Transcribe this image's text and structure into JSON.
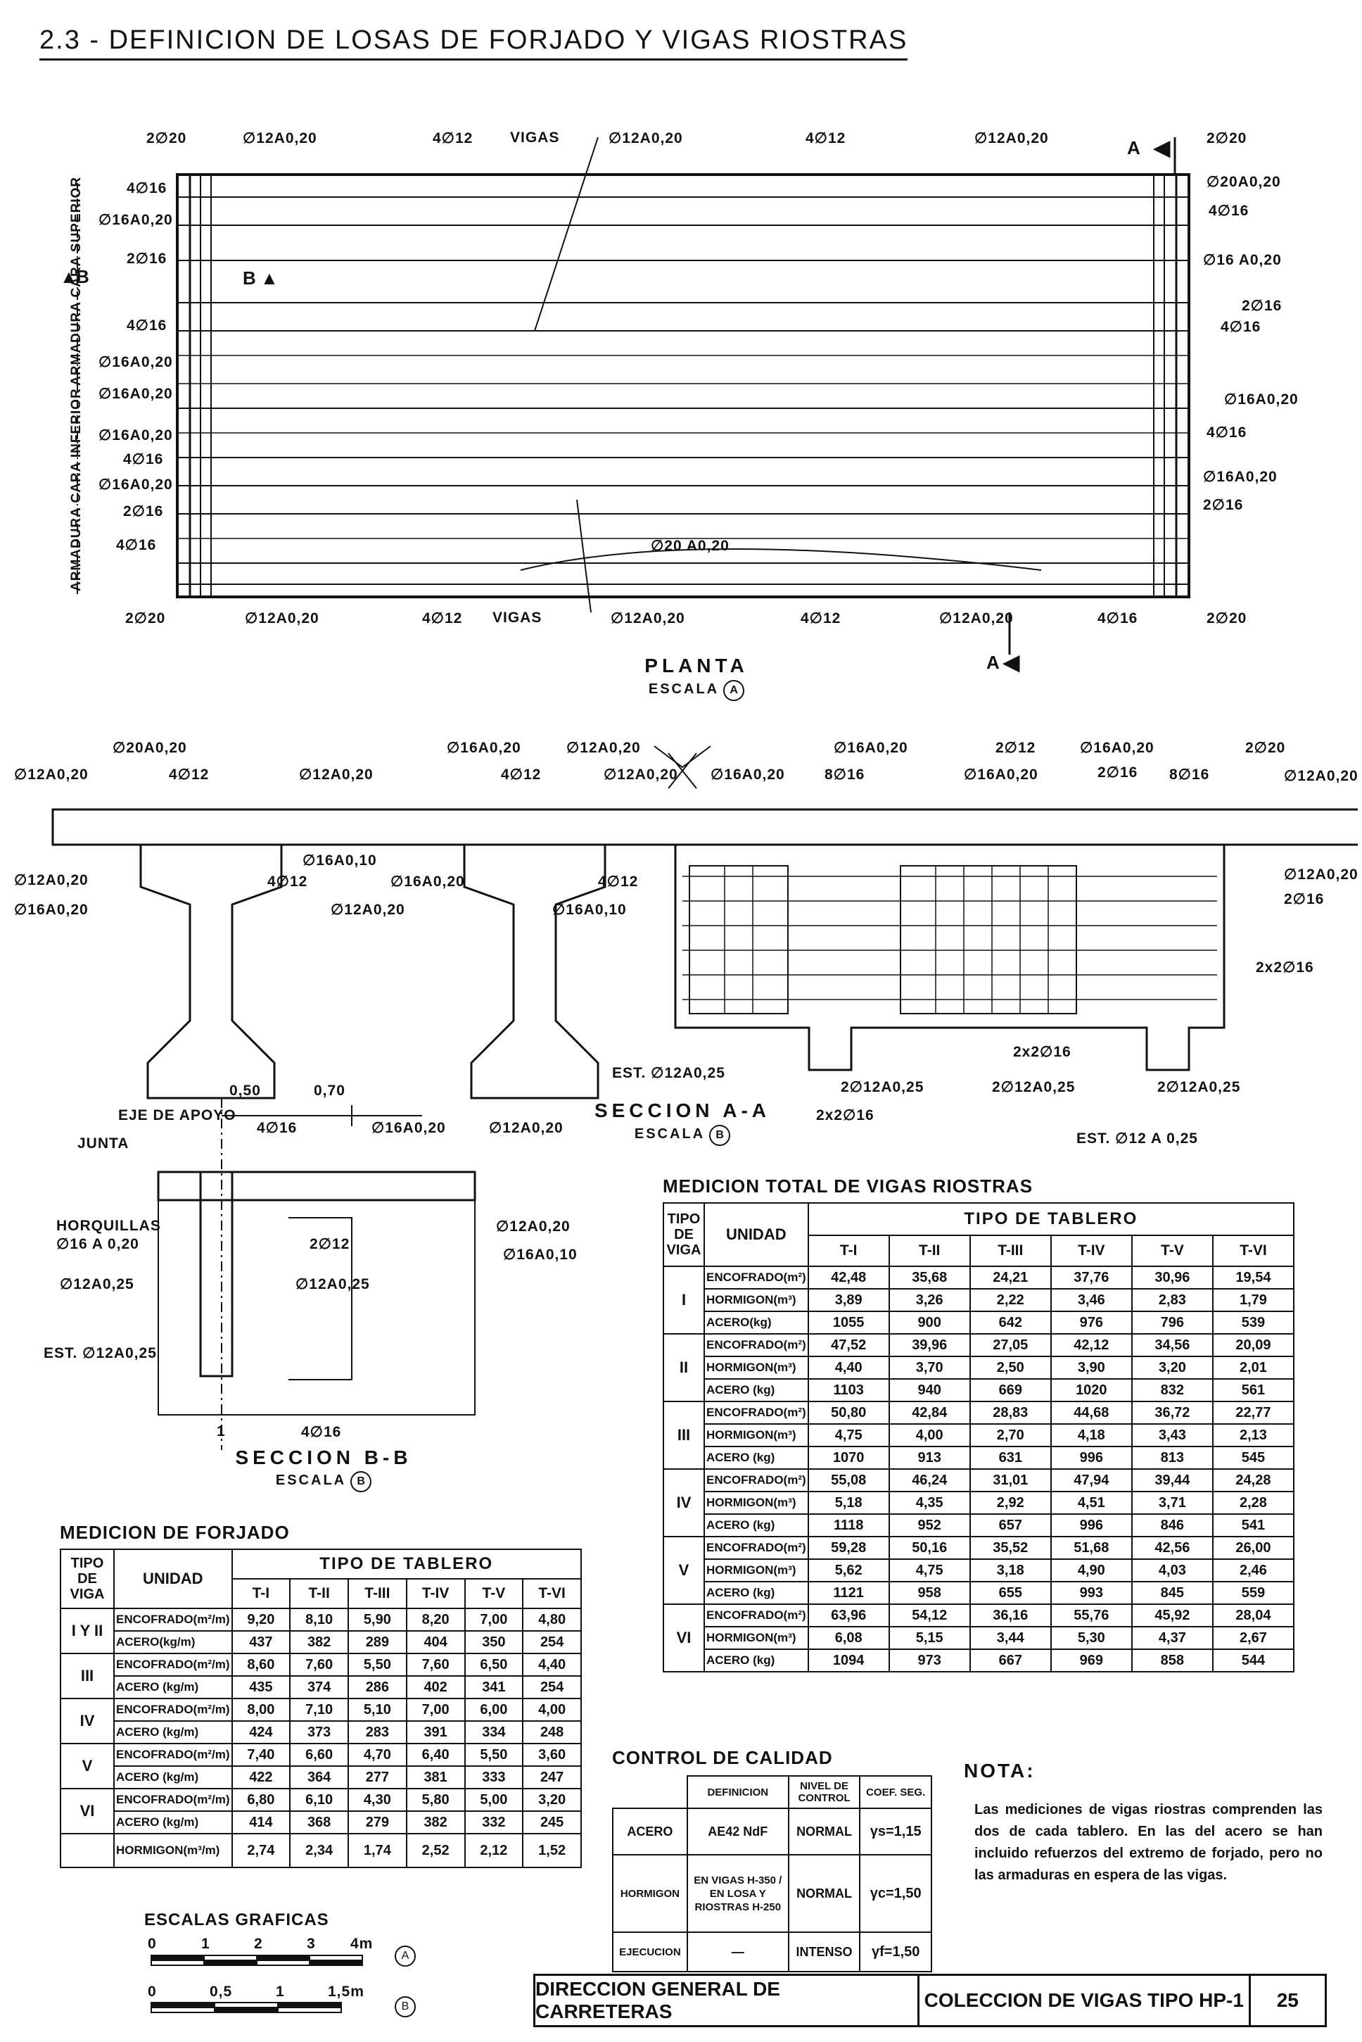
{
  "title": "2.3 - DEFINICION DE LOSAS DE FORJADO Y VIGAS RIOSTRAS",
  "plan": {
    "top_labels": [
      "2∅20",
      "∅12A0,20",
      "4∅12",
      "VIGAS",
      "∅12A0,20",
      "4∅12",
      "∅12A0,20",
      "2∅20"
    ],
    "bottom_labels": [
      "2∅20",
      "∅12A0,20",
      "4∅12",
      "VIGAS",
      "∅12A0,20",
      "4∅12",
      "∅12A0,20",
      "4∅16",
      "2∅20"
    ],
    "left_labels": [
      "4∅16",
      "∅16A0,20",
      "2∅16",
      "4∅16",
      "∅16A0,20",
      "∅16A0,20",
      "∅16A0,20",
      "4∅16",
      "∅16A0,20",
      "2∅16",
      "4∅16"
    ],
    "right_labels": [
      "∅20A0,20",
      "4∅16",
      "∅16 A0,20",
      "2∅16",
      "4∅16",
      "∅16A0,20",
      "4∅16",
      "∅16A0,20",
      "2∅16"
    ],
    "center_label": "∅20 A0,20",
    "side_top": "ARMADURA CARA SUPERIOR",
    "side_bottom": "ARMADURA CARA INFERIOR",
    "section_marker_a": "A",
    "section_marker_b": "B",
    "caption": "PLANTA",
    "scale": "ESCALA",
    "scale_letter": "A"
  },
  "section_aa": {
    "labels": [
      "∅20A0,20",
      "∅12A0,20",
      "4∅12",
      "∅12A0,20",
      "∅16A0,20",
      "∅12A0,20",
      "4∅12",
      "∅12A0,20",
      "∅16A0,20",
      "∅16A0,20",
      "8∅16",
      "∅16A0,20",
      "2∅12",
      "∅16A0,20",
      "2∅16",
      "8∅16",
      "2∅20",
      "∅12A0,20",
      "∅12A0,20",
      "∅16A0,20",
      "∅16A0,10",
      "4∅12",
      "∅16A0,20",
      "4∅12",
      "∅12A0,20",
      "∅16A0,10",
      "∅12A0,20",
      "2∅16",
      "2x2∅16",
      "EST. ∅12A0,25",
      "2x2∅16",
      "2∅12A0,25",
      "2∅12A0,25",
      "2∅12A0,25",
      "2x2∅16",
      "EST. ∅12 A 0,25"
    ],
    "caption": "SECCION A-A",
    "scale": "ESCALA",
    "scale_letter": "B"
  },
  "section_bb": {
    "dims": [
      "0,50",
      "0,70"
    ],
    "labels": [
      "EJE DE APOYO",
      "JUNTA",
      "4∅16",
      "∅16A0,20",
      "∅12A0,20",
      "HORQUILLAS",
      "∅16 A 0,20",
      "2∅12",
      "∅12A0,20",
      "∅16A0,10",
      "∅12A0,25",
      "∅12A0,25",
      "EST. ∅12A0,25",
      "4∅16",
      "1"
    ],
    "caption": "SECCION B-B",
    "scale": "ESCALA",
    "scale_letter": "B"
  },
  "vigas_table": {
    "title": "MEDICION TOTAL DE VIGAS RIOSTRAS",
    "h_tipo_viga": "TIPO DE VIGA",
    "h_unidad": "UNIDAD",
    "h_tipo_tablero": "TIPO DE TABLERO",
    "cols": [
      "T-I",
      "T-II",
      "T-III",
      "T-IV",
      "T-V",
      "T-VI"
    ],
    "groups": [
      {
        "tipo": "I",
        "rows": [
          {
            "unit": "ENCOFRADO(m²)",
            "vals": [
              "42,48",
              "35,68",
              "24,21",
              "37,76",
              "30,96",
              "19,54"
            ]
          },
          {
            "unit": "HORMIGON(m³)",
            "vals": [
              "3,89",
              "3,26",
              "2,22",
              "3,46",
              "2,83",
              "1,79"
            ]
          },
          {
            "unit": "ACERO(kg)",
            "vals": [
              "1055",
              "900",
              "642",
              "976",
              "796",
              "539"
            ]
          }
        ]
      },
      {
        "tipo": "II",
        "rows": [
          {
            "unit": "ENCOFRADO(m²)",
            "vals": [
              "47,52",
              "39,96",
              "27,05",
              "42,12",
              "34,56",
              "20,09"
            ]
          },
          {
            "unit": "HORMIGON(m³)",
            "vals": [
              "4,40",
              "3,70",
              "2,50",
              "3,90",
              "3,20",
              "2,01"
            ]
          },
          {
            "unit": "ACERO (kg)",
            "vals": [
              "1103",
              "940",
              "669",
              "1020",
              "832",
              "561"
            ]
          }
        ]
      },
      {
        "tipo": "III",
        "rows": [
          {
            "unit": "ENCOFRADO(m²)",
            "vals": [
              "50,80",
              "42,84",
              "28,83",
              "44,68",
              "36,72",
              "22,77"
            ]
          },
          {
            "unit": "HORMIGON(m³)",
            "vals": [
              "4,75",
              "4,00",
              "2,70",
              "4,18",
              "3,43",
              "2,13"
            ]
          },
          {
            "unit": "ACERO (kg)",
            "vals": [
              "1070",
              "913",
              "631",
              "996",
              "813",
              "545"
            ]
          }
        ]
      },
      {
        "tipo": "IV",
        "rows": [
          {
            "unit": "ENCOFRADO(m²)",
            "vals": [
              "55,08",
              "46,24",
              "31,01",
              "47,94",
              "39,44",
              "24,28"
            ]
          },
          {
            "unit": "HORMIGON(m³)",
            "vals": [
              "5,18",
              "4,35",
              "2,92",
              "4,51",
              "3,71",
              "2,28"
            ]
          },
          {
            "unit": "ACERO (kg)",
            "vals": [
              "1118",
              "952",
              "657",
              "996",
              "846",
              "541"
            ]
          }
        ]
      },
      {
        "tipo": "V",
        "rows": [
          {
            "unit": "ENCOFRADO(m²)",
            "vals": [
              "59,28",
              "50,16",
              "35,52",
              "51,68",
              "42,56",
              "26,00"
            ]
          },
          {
            "unit": "HORMIGON(m³)",
            "vals": [
              "5,62",
              "4,75",
              "3,18",
              "4,90",
              "4,03",
              "2,46"
            ]
          },
          {
            "unit": "ACERO (kg)",
            "vals": [
              "1121",
              "958",
              "655",
              "993",
              "845",
              "559"
            ]
          }
        ]
      },
      {
        "tipo": "VI",
        "rows": [
          {
            "unit": "ENCOFRADO(m²)",
            "vals": [
              "63,96",
              "54,12",
              "36,16",
              "55,76",
              "45,92",
              "28,04"
            ]
          },
          {
            "unit": "HORMIGON(m³)",
            "vals": [
              "6,08",
              "5,15",
              "3,44",
              "5,30",
              "4,37",
              "2,67"
            ]
          },
          {
            "unit": "ACERO (kg)",
            "vals": [
              "1094",
              "973",
              "667",
              "969",
              "858",
              "544"
            ]
          }
        ]
      }
    ]
  },
  "forjado_table": {
    "title": "MEDICION DE FORJADO",
    "h_tipo_viga": "TIPO DE VIGA",
    "h_unidad": "UNIDAD",
    "h_tipo_tablero": "TIPO DE TABLERO",
    "cols": [
      "T-I",
      "T-II",
      "T-III",
      "T-IV",
      "T-V",
      "T-VI"
    ],
    "groups": [
      {
        "tipo": "I Y II",
        "rows": [
          {
            "unit": "ENCOFRADO(m²/m)",
            "vals": [
              "9,20",
              "8,10",
              "5,90",
              "8,20",
              "7,00",
              "4,80"
            ]
          },
          {
            "unit": "ACERO(kg/m)",
            "vals": [
              "437",
              "382",
              "289",
              "404",
              "350",
              "254"
            ]
          }
        ]
      },
      {
        "tipo": "III",
        "rows": [
          {
            "unit": "ENCOFRADO(m²/m)",
            "vals": [
              "8,60",
              "7,60",
              "5,50",
              "7,60",
              "6,50",
              "4,40"
            ]
          },
          {
            "unit": "ACERO (kg/m)",
            "vals": [
              "435",
              "374",
              "286",
              "402",
              "341",
              "254"
            ]
          }
        ]
      },
      {
        "tipo": "IV",
        "rows": [
          {
            "unit": "ENCOFRADO(m²/m)",
            "vals": [
              "8,00",
              "7,10",
              "5,10",
              "7,00",
              "6,00",
              "4,00"
            ]
          },
          {
            "unit": "ACERO (kg/m)",
            "vals": [
              "424",
              "373",
              "283",
              "391",
              "334",
              "248"
            ]
          }
        ]
      },
      {
        "tipo": "V",
        "rows": [
          {
            "unit": "ENCOFRADO(m²/m)",
            "vals": [
              "7,40",
              "6,60",
              "4,70",
              "6,40",
              "5,50",
              "3,60"
            ]
          },
          {
            "unit": "ACERO (kg/m)",
            "vals": [
              "422",
              "364",
              "277",
              "381",
              "333",
              "247"
            ]
          }
        ]
      },
      {
        "tipo": "VI",
        "rows": [
          {
            "unit": "ENCOFRADO(m²/m)",
            "vals": [
              "6,80",
              "6,10",
              "4,30",
              "5,80",
              "5,00",
              "3,20"
            ]
          },
          {
            "unit": "ACERO (kg/m)",
            "vals": [
              "414",
              "368",
              "279",
              "382",
              "332",
              "245"
            ]
          }
        ]
      }
    ],
    "hormigon": {
      "unit": "HORMIGON(m³/m)",
      "vals": [
        "2,74",
        "2,34",
        "1,74",
        "2,52",
        "2,12",
        "1,52"
      ]
    }
  },
  "calidad": {
    "title": "CONTROL DE CALIDAD",
    "headers": [
      "DEFINICION",
      "NIVEL DE CONTROL",
      "COEF. SEG."
    ],
    "rows": [
      {
        "name": "ACERO",
        "def": "AE42 NdF",
        "nivel": "NORMAL",
        "coef": "γs=1,15"
      },
      {
        "name": "HORMIGON",
        "def": "EN VIGAS H-350 / EN LOSA Y RIOSTRAS H-250",
        "nivel": "NORMAL",
        "coef": "γc=1,50"
      },
      {
        "name": "EJECUCION",
        "def": "—",
        "nivel": "INTENSO",
        "coef": "γf=1,50"
      }
    ]
  },
  "nota": {
    "title": "NOTA:",
    "text": "Las mediciones de vigas riostras comprenden las dos de cada tablero. En las del acero se han incluido refuerzos del extremo de forjado, pero no las armaduras en espera de las vigas."
  },
  "escalas": {
    "title": "ESCALAS GRAFICAS",
    "a_ticks": [
      "0",
      "1",
      "2",
      "3",
      "4m"
    ],
    "a_letter": "A",
    "b_ticks": [
      "0",
      "0,5",
      "1",
      "1,5m"
    ],
    "b_letter": "B"
  },
  "footer": {
    "org": "DIRECCION GENERAL DE CARRETERAS",
    "collection": "COLECCION DE VIGAS TIPO HP-1",
    "page": "25"
  }
}
